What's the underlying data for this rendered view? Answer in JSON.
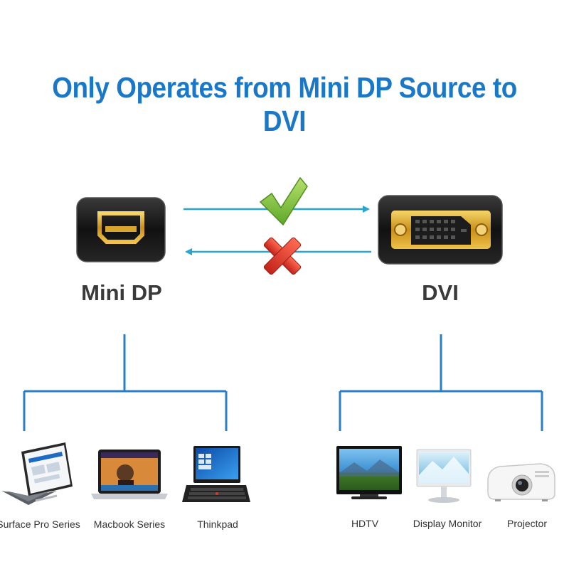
{
  "title": "Only Operates from Mini DP Source to DVI",
  "source": {
    "label": "Mini DP"
  },
  "target": {
    "label": "DVI"
  },
  "arrows": {
    "forward": {
      "status": "check-mark-icon"
    },
    "backward": {
      "status": "cross-mark-icon"
    }
  },
  "source_devices": [
    {
      "label": "Surface Pro Series",
      "icon": "tablet-laptop-icon"
    },
    {
      "label": "Macbook Series",
      "icon": "macbook-icon"
    },
    {
      "label": "Thinkpad",
      "icon": "thinkpad-laptop-icon"
    }
  ],
  "target_devices": [
    {
      "label": "HDTV",
      "icon": "tv-icon"
    },
    {
      "label": "Display Monitor",
      "icon": "monitor-icon"
    },
    {
      "label": "Projector",
      "icon": "projector-icon"
    }
  ],
  "colors": {
    "title": "#1a78c8",
    "arrow": "#29a3d1",
    "tree_line": "#2a7fc4",
    "connector_gold": "#d9a52a",
    "check": "#7cc241",
    "cross": "#e23c2a"
  }
}
